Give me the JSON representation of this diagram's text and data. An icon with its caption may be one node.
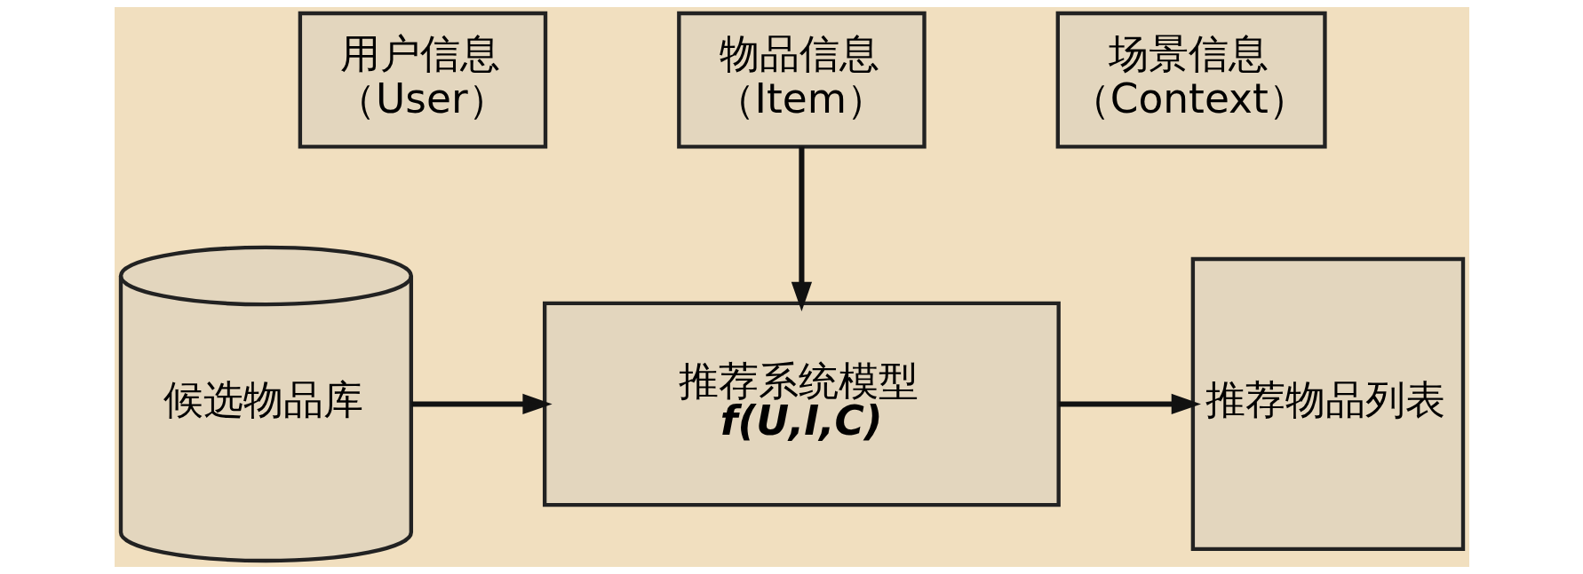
{
  "diagram": {
    "nodes": [
      {
        "text": [
          "用户信息",
          "（User）"
        ]
      },
      {
        "text": [
          "物品信息",
          "（Item）"
        ]
      },
      {
        "text": [
          "场景信息",
          "（Context）"
        ]
      },
      {
        "text": [
          "候选物品库"
        ]
      },
      {
        "text": [
          "推荐系统模型",
          "f(U,I,C)"
        ]
      },
      {
        "text": [
          "推荐物品列表"
        ]
      }
    ],
    "edges": [
      {
        "from": 1,
        "to": 4,
        "arrow": "to"
      },
      {
        "from": 3,
        "to": 4,
        "arrow": "to"
      },
      {
        "from": 4,
        "to": 5,
        "arrow": "to"
      }
    ]
  }
}
